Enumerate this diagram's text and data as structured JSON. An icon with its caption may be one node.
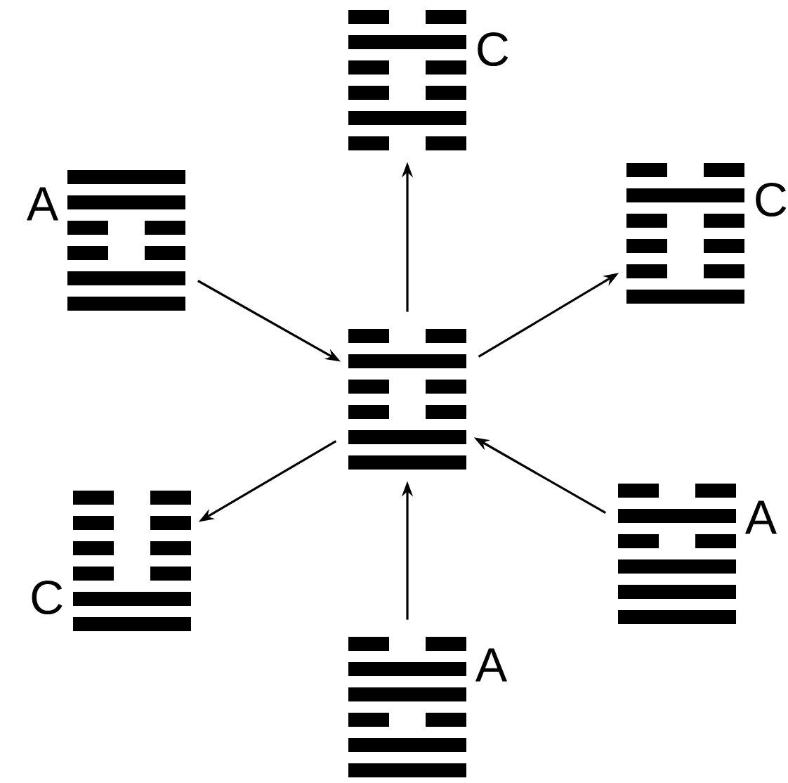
{
  "diagram": {
    "nodes": [
      {
        "text": [],
        "shape": "picture",
        "beside": [
          "C"
        ]
      },
      {
        "text": [],
        "shape": "picture",
        "beside": [
          "A"
        ]
      },
      {
        "text": [],
        "shape": "picture",
        "beside": [
          "C"
        ]
      },
      {
        "text": [],
        "shape": "picture"
      },
      {
        "text": [],
        "shape": "picture",
        "beside": [
          "C"
        ]
      },
      {
        "text": [],
        "shape": "picture",
        "beside": [
          "A"
        ]
      },
      {
        "text": [],
        "shape": "picture",
        "beside": [
          "A"
        ]
      }
    ],
    "edges": [
      {
        "from": 3,
        "to": 0,
        "arrow": "to"
      },
      {
        "from": 1,
        "to": 3,
        "arrow": "to"
      },
      {
        "from": 3,
        "to": 2,
        "arrow": "to"
      },
      {
        "from": 3,
        "to": 4,
        "arrow": "to"
      },
      {
        "from": 5,
        "to": 3,
        "arrow": "to"
      },
      {
        "from": 6,
        "to": 3,
        "arrow": "to"
      }
    ]
  }
}
